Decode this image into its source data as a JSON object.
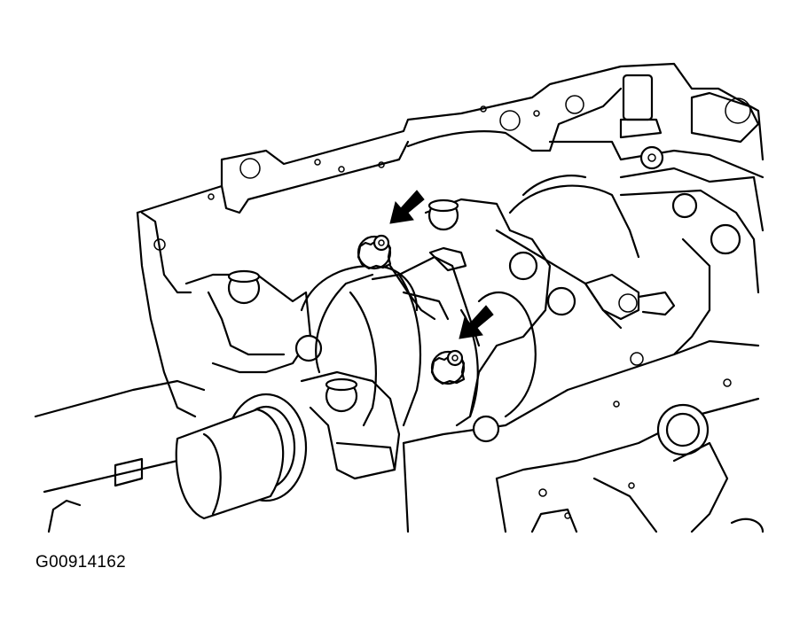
{
  "figure": {
    "id_label": "G00914162",
    "callouts": [
      {
        "name": "upper-arrow",
        "points_to": "upper-connecting-rod-bolt"
      },
      {
        "name": "lower-arrow",
        "points_to": "lower-connecting-rod-bolt"
      }
    ],
    "colors": {
      "line": "#000000",
      "background": "#ffffff"
    }
  }
}
